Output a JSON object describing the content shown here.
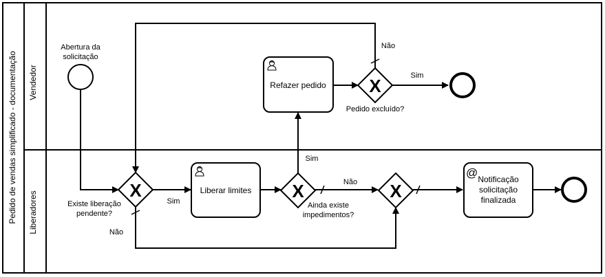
{
  "pool": {
    "title": "Pedido de vendas simplificado - documentação"
  },
  "lanes": [
    {
      "id": "vendedor",
      "title": "Vendedor"
    },
    {
      "id": "liberadores",
      "title": "Liberadores"
    }
  ],
  "events": {
    "start_label": "Abertura da solicitação",
    "start_label_lines": [
      "Abertura da",
      "solicitação"
    ]
  },
  "tasks": {
    "refazer": {
      "label": "Refazer pedido",
      "type": "user-task"
    },
    "liberar": {
      "label": "Liberar limites",
      "type": "user-task"
    },
    "notificacao": {
      "label": "Notificação solicitação finalizada",
      "label_lines": [
        "Notificação",
        "solicitação",
        "finalizada"
      ],
      "type": "send-task",
      "marker": "@"
    }
  },
  "gateways": {
    "existe_liberacao": {
      "label_lines": [
        "Existe liberação",
        "pendente?"
      ],
      "symbol": "X"
    },
    "ainda_existe": {
      "label_lines": [
        "Ainda existe",
        "impedimentos?"
      ],
      "symbol": "X"
    },
    "pedido_excluido": {
      "label": "Pedido excluído?",
      "symbol": "X"
    },
    "merge": {
      "symbol": "X"
    }
  },
  "flow_labels": {
    "sim_liberar": "Sim",
    "nao_bottom": "Não",
    "sim_up": "Sim",
    "nao_merge": "Não",
    "nao_top": "Não",
    "sim_end": "Sim"
  }
}
